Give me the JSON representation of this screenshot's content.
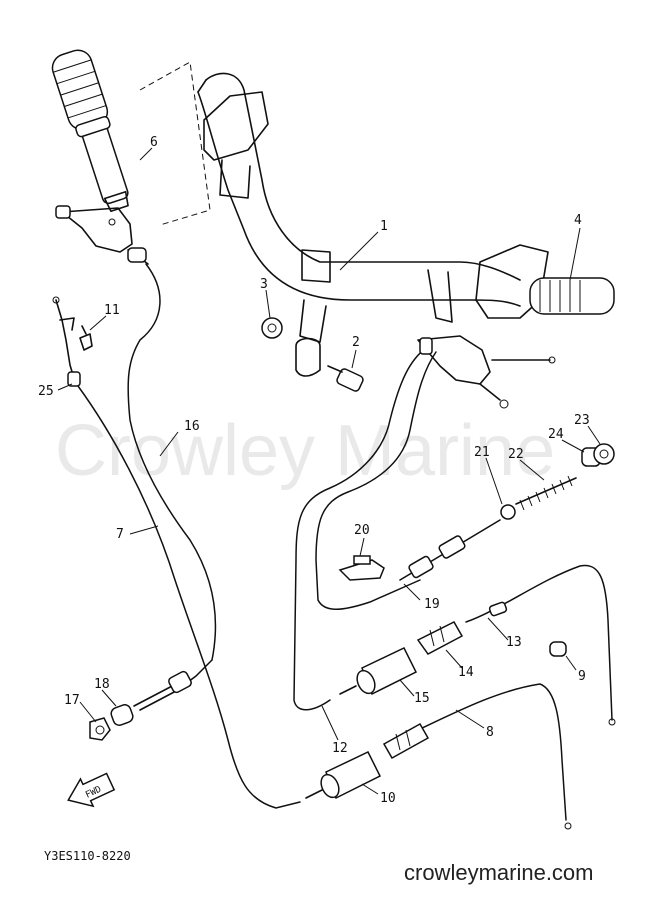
{
  "watermark": "Crowley Marine",
  "diagram_code": "Y3ES110-8220",
  "footer": "crowleymarine.com",
  "fwd_badge": "FWD",
  "callouts": {
    "c1": "1",
    "c2": "2",
    "c3": "3",
    "c4": "4",
    "c6": "6",
    "c7": "7",
    "c8": "8",
    "c9": "9",
    "c10": "10",
    "c11": "11",
    "c12": "12",
    "c13": "13",
    "c14": "14",
    "c15": "15",
    "c16": "16",
    "c17": "17",
    "c18": "18",
    "c19": "19",
    "c20": "20",
    "c21": "21",
    "c22": "22",
    "c23": "23",
    "c24": "24",
    "c25": "25"
  }
}
